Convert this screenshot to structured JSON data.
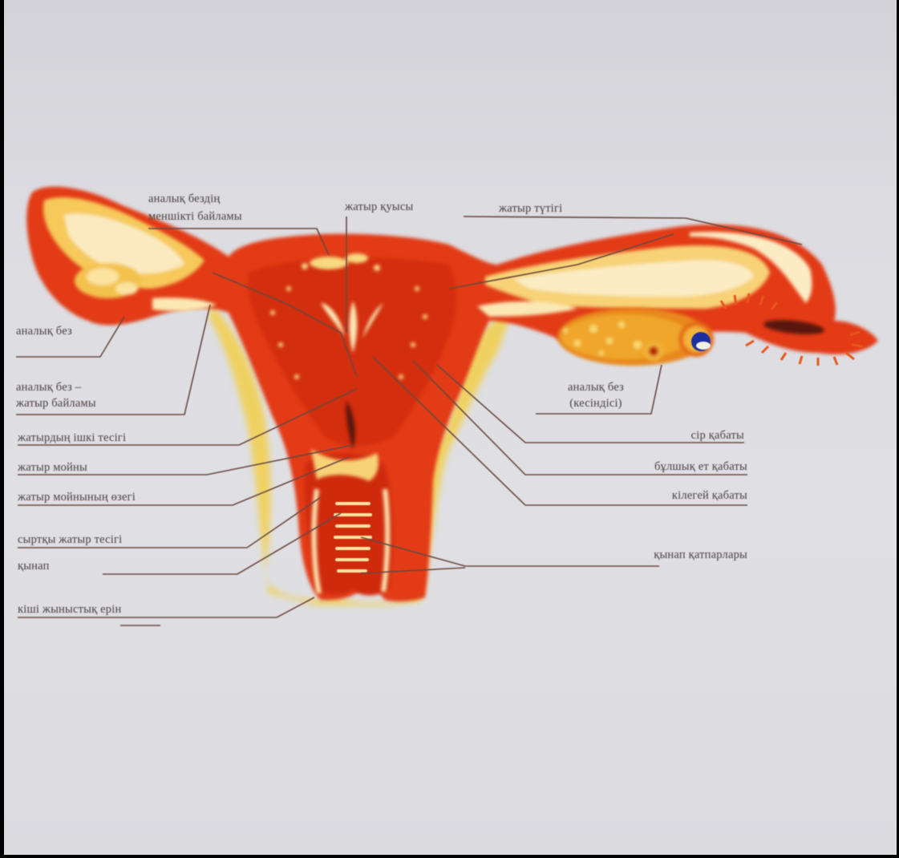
{
  "labels": {
    "ovary": "аналық без",
    "ovarian_ligament_l1": "аналық без –",
    "ovarian_ligament_l2": "жатыр байламы",
    "suspensory_l1": "аналық бездің",
    "suspensory_l2": "меншікті байламы",
    "uterine_cavity": "жатыр қуысы",
    "uterine_tube": "жатыр түтігі",
    "ovary_section_l1": "аналық без",
    "ovary_section_l2": "(кесіндісі)",
    "internal_os": "жатырдың ішкі тесігі",
    "cervix": "жатыр мойны",
    "cervical_canal": "жатыр мойнының өзегі",
    "external_os": "сыртқы жатыр тесігі",
    "vagina": "қынап",
    "labia_minora": "кіші жыныстық ерін",
    "serosa": "сір қабаты",
    "myometrium": "бұлшық ет қабаты",
    "endometrium": "кілегей қабаты",
    "vaginal_folds": "қынап қатпарлары"
  },
  "colors": {
    "organ_red": "#e23a12",
    "organ_deep": "#c7260c",
    "inner_yellow": "#f7c64a",
    "inner_cream": "#fbe8b4",
    "outer_yellow": "#f4d35a",
    "leader_line": "#6b4a40",
    "ovum_blue": "#1c2fa0"
  }
}
